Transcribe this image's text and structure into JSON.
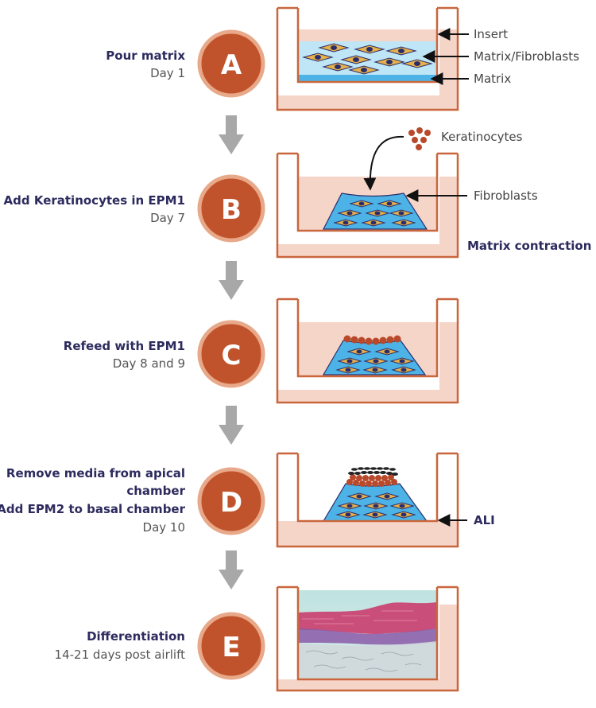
{
  "colors": {
    "circle_fill": "#c0532b",
    "circle_ring": "#e8a98a",
    "well_outline": "#c9663c",
    "well_fill": "#f6d5c9",
    "matrix_blue": "#8fd0ef",
    "matrix_dark": "#4db3e6",
    "cell_fill": "#e7b04a",
    "cell_nucleus": "#2a2e6b",
    "keratinocyte": "#b8492a",
    "arrow_grey": "#a8a8a8",
    "title_color": "#2d2b5e"
  },
  "steps": [
    {
      "letter": "A",
      "title_lines": [
        "Pour matrix"
      ],
      "sub": "Day 1"
    },
    {
      "letter": "B",
      "title_lines": [
        "Add Keratinocytes in EPM1"
      ],
      "sub": "Day 7"
    },
    {
      "letter": "C",
      "title_lines": [
        "Refeed with EPM1"
      ],
      "sub": "Day 8 and 9"
    },
    {
      "letter": "D",
      "title_lines": [
        "Remove media from apical",
        "chamber",
        "Add EPM2 to basal chamber"
      ],
      "sub": "Day 10"
    },
    {
      "letter": "E",
      "title_lines": [
        "Differentiation"
      ],
      "sub": "14-21 days post airlift"
    }
  ],
  "labels": {
    "insert": "Insert",
    "matrix_fibroblasts": "Matrix/Fibroblasts",
    "matrix": "Matrix",
    "keratinocytes": "Keratinocytes",
    "fibroblasts": "Fibroblasts",
    "matrix_contraction": "Matrix contraction",
    "ali": "ALI"
  }
}
